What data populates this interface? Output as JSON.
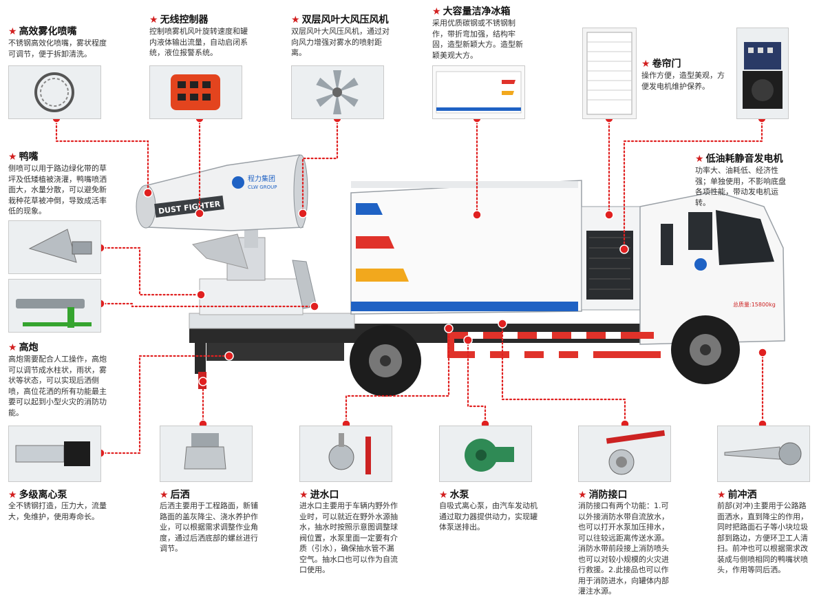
{
  "features": {
    "mist": {
      "title": "高效雾化喷嘴",
      "desc": "不锈钢高效化喷嘴，雾状程度可调节，便于拆卸清洗。"
    },
    "wireless": {
      "title": "无线控制器",
      "desc": "控制喷雾机风叶旋转速度和罐内液体输出流量，自动启闭系统，液位报警系统。"
    },
    "fan": {
      "title": "双层风叶大风压风机",
      "desc": "双层风叶大风压风机，通过对向风力增强对雾水的喷射距离。"
    },
    "tank": {
      "title": "大容量洁净冰箱",
      "desc": "采用优质碳钢或不锈钢制作，带折弯加强，结构牢固，造型新颖大方。造型新颖美观大方。"
    },
    "shutter": {
      "title": "卷帘门",
      "desc": "操作方便，造型美观，方便发电机维护保养。"
    },
    "generator": {
      "title": "低油耗静音发电机",
      "desc": "功率大、油耗低、经济性强；单独使用，不影响底盘各项性能，带动发电机运转。"
    },
    "duckbill": {
      "title": "鸭嘴",
      "desc": "侧喷可以用于路边绿化带的草坪及低矮植被浇灌，鸭嘴喷洒面大，水量分散，可以避免新栽种花草被冲倒，导致成活率低的现象。"
    },
    "cannon": {
      "title": "高炮",
      "desc": "高炮需要配合人工操作，高炮可以调节成水柱状，雨状，雾状等状态，可以实现后洒侧喷，高位花洒的所有功能最主要可以起到小型火灾的消防功能。"
    },
    "pump_multi": {
      "title": "多级离心泵",
      "desc": "全不锈钢打造，压力大，流量大，免维护，使用寿命长。"
    },
    "rear_spray": {
      "title": "后洒",
      "desc": "后洒主要用于工程路面，新铺路面的盖灰降尘、浇水养护作业，可以根据需求调整作业角度，通过后洒底部的螺丝进行调节。"
    },
    "inlet": {
      "title": "进水口",
      "desc": "进水口主要用于车辆内野外作业时，可以就近在野外水源抽水，抽水时按照示意图调整球阀位置，水泵里面一定要有介质（引水），确保抽水管不漏空气。抽水口也可以作为自流口使用。"
    },
    "water_pump": {
      "title": "水泵",
      "desc": "自吸式离心泵，由汽车发动机通过取力器提供动力，实现罐体泵送排出。"
    },
    "fire_port": {
      "title": "消防接口",
      "desc": "消防接口有两个功能：1.可以外接消防水带自流放水，也可以打开水泵加压排水，可以往较远距离传送水源。消防水带前段接上消防喷头也可以对较小规模的火灾进行救援。2.此接品也可以作用于消防进水，向罐体内部灌注水源。"
    },
    "front_spray": {
      "title": "前冲洒",
      "desc": "前部(对冲)主要用于公路路面洒水，直到降尘的作用，同时把路面石子等小块垃圾部到路边，方便环卫工人清扫。前冲也可以根据需求改装成与侧喷相同的鸭嘴状喷头，作用等同后洒。"
    }
  },
  "truck": {
    "cannon_brand_logo": "程力集团",
    "cannon_brand_sub": "CLW GROUP",
    "cannon_label": "DUST FIGHTER",
    "gross_weight": "总质量:15800kg"
  },
  "colors": {
    "accent": "#e02020",
    "stripe_blue": "#1f62c4",
    "stripe_red": "#e0322a",
    "stripe_yellow": "#f2a81d"
  }
}
